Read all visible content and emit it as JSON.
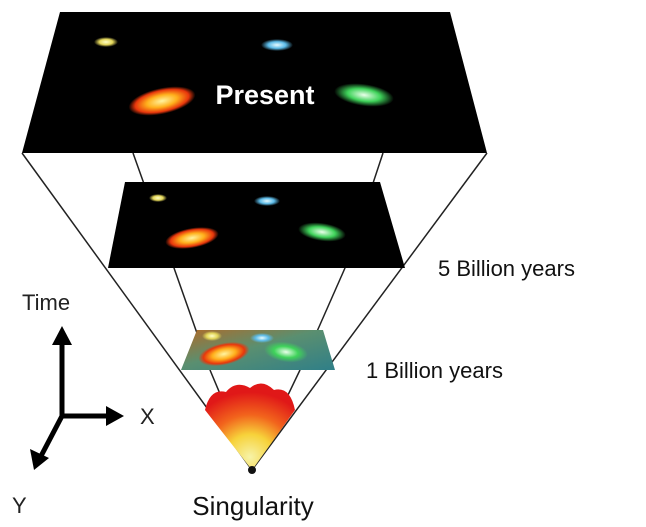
{
  "diagram": {
    "labels": {
      "present": "Present",
      "five_billion": "5 Billion years",
      "one_billion": "1 Billion years",
      "singularity": "Singularity",
      "time_axis": "Time",
      "x_axis": "X",
      "y_axis": "Y"
    },
    "colors": {
      "slice_fill": "#000000",
      "young_slice_fill": "#3c8f86",
      "cone_line": "#202020",
      "axis": "#000000",
      "present_text": "#ffffff",
      "fireball_outer": "#e8201a",
      "fireball_core": "#f6f1a0"
    },
    "galaxies": {
      "yellow": "#e8e070",
      "blue": "#66c3f0",
      "orange": "#ff9a10",
      "green": "#52d86a"
    }
  }
}
